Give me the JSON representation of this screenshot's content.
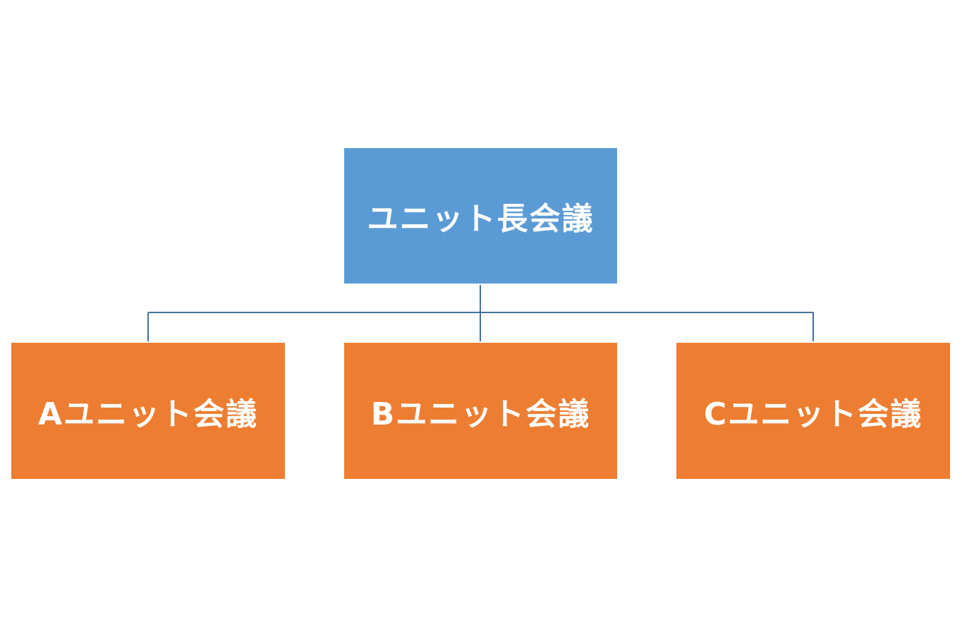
{
  "colors": {
    "parent_fill": "#5b9bd5",
    "child_fill": "#ed7d31",
    "connector": "#41719c",
    "text": "#ffffff"
  },
  "nodes": {
    "top": {
      "label": "ユニット長会議"
    },
    "a": {
      "label": "Aユニット会議"
    },
    "b": {
      "label": "Bユニット会議"
    },
    "c": {
      "label": "Cユニット会議"
    }
  },
  "connections": [
    {
      "from": "top",
      "to": "a"
    },
    {
      "from": "top",
      "to": "b"
    },
    {
      "from": "top",
      "to": "c"
    }
  ]
}
